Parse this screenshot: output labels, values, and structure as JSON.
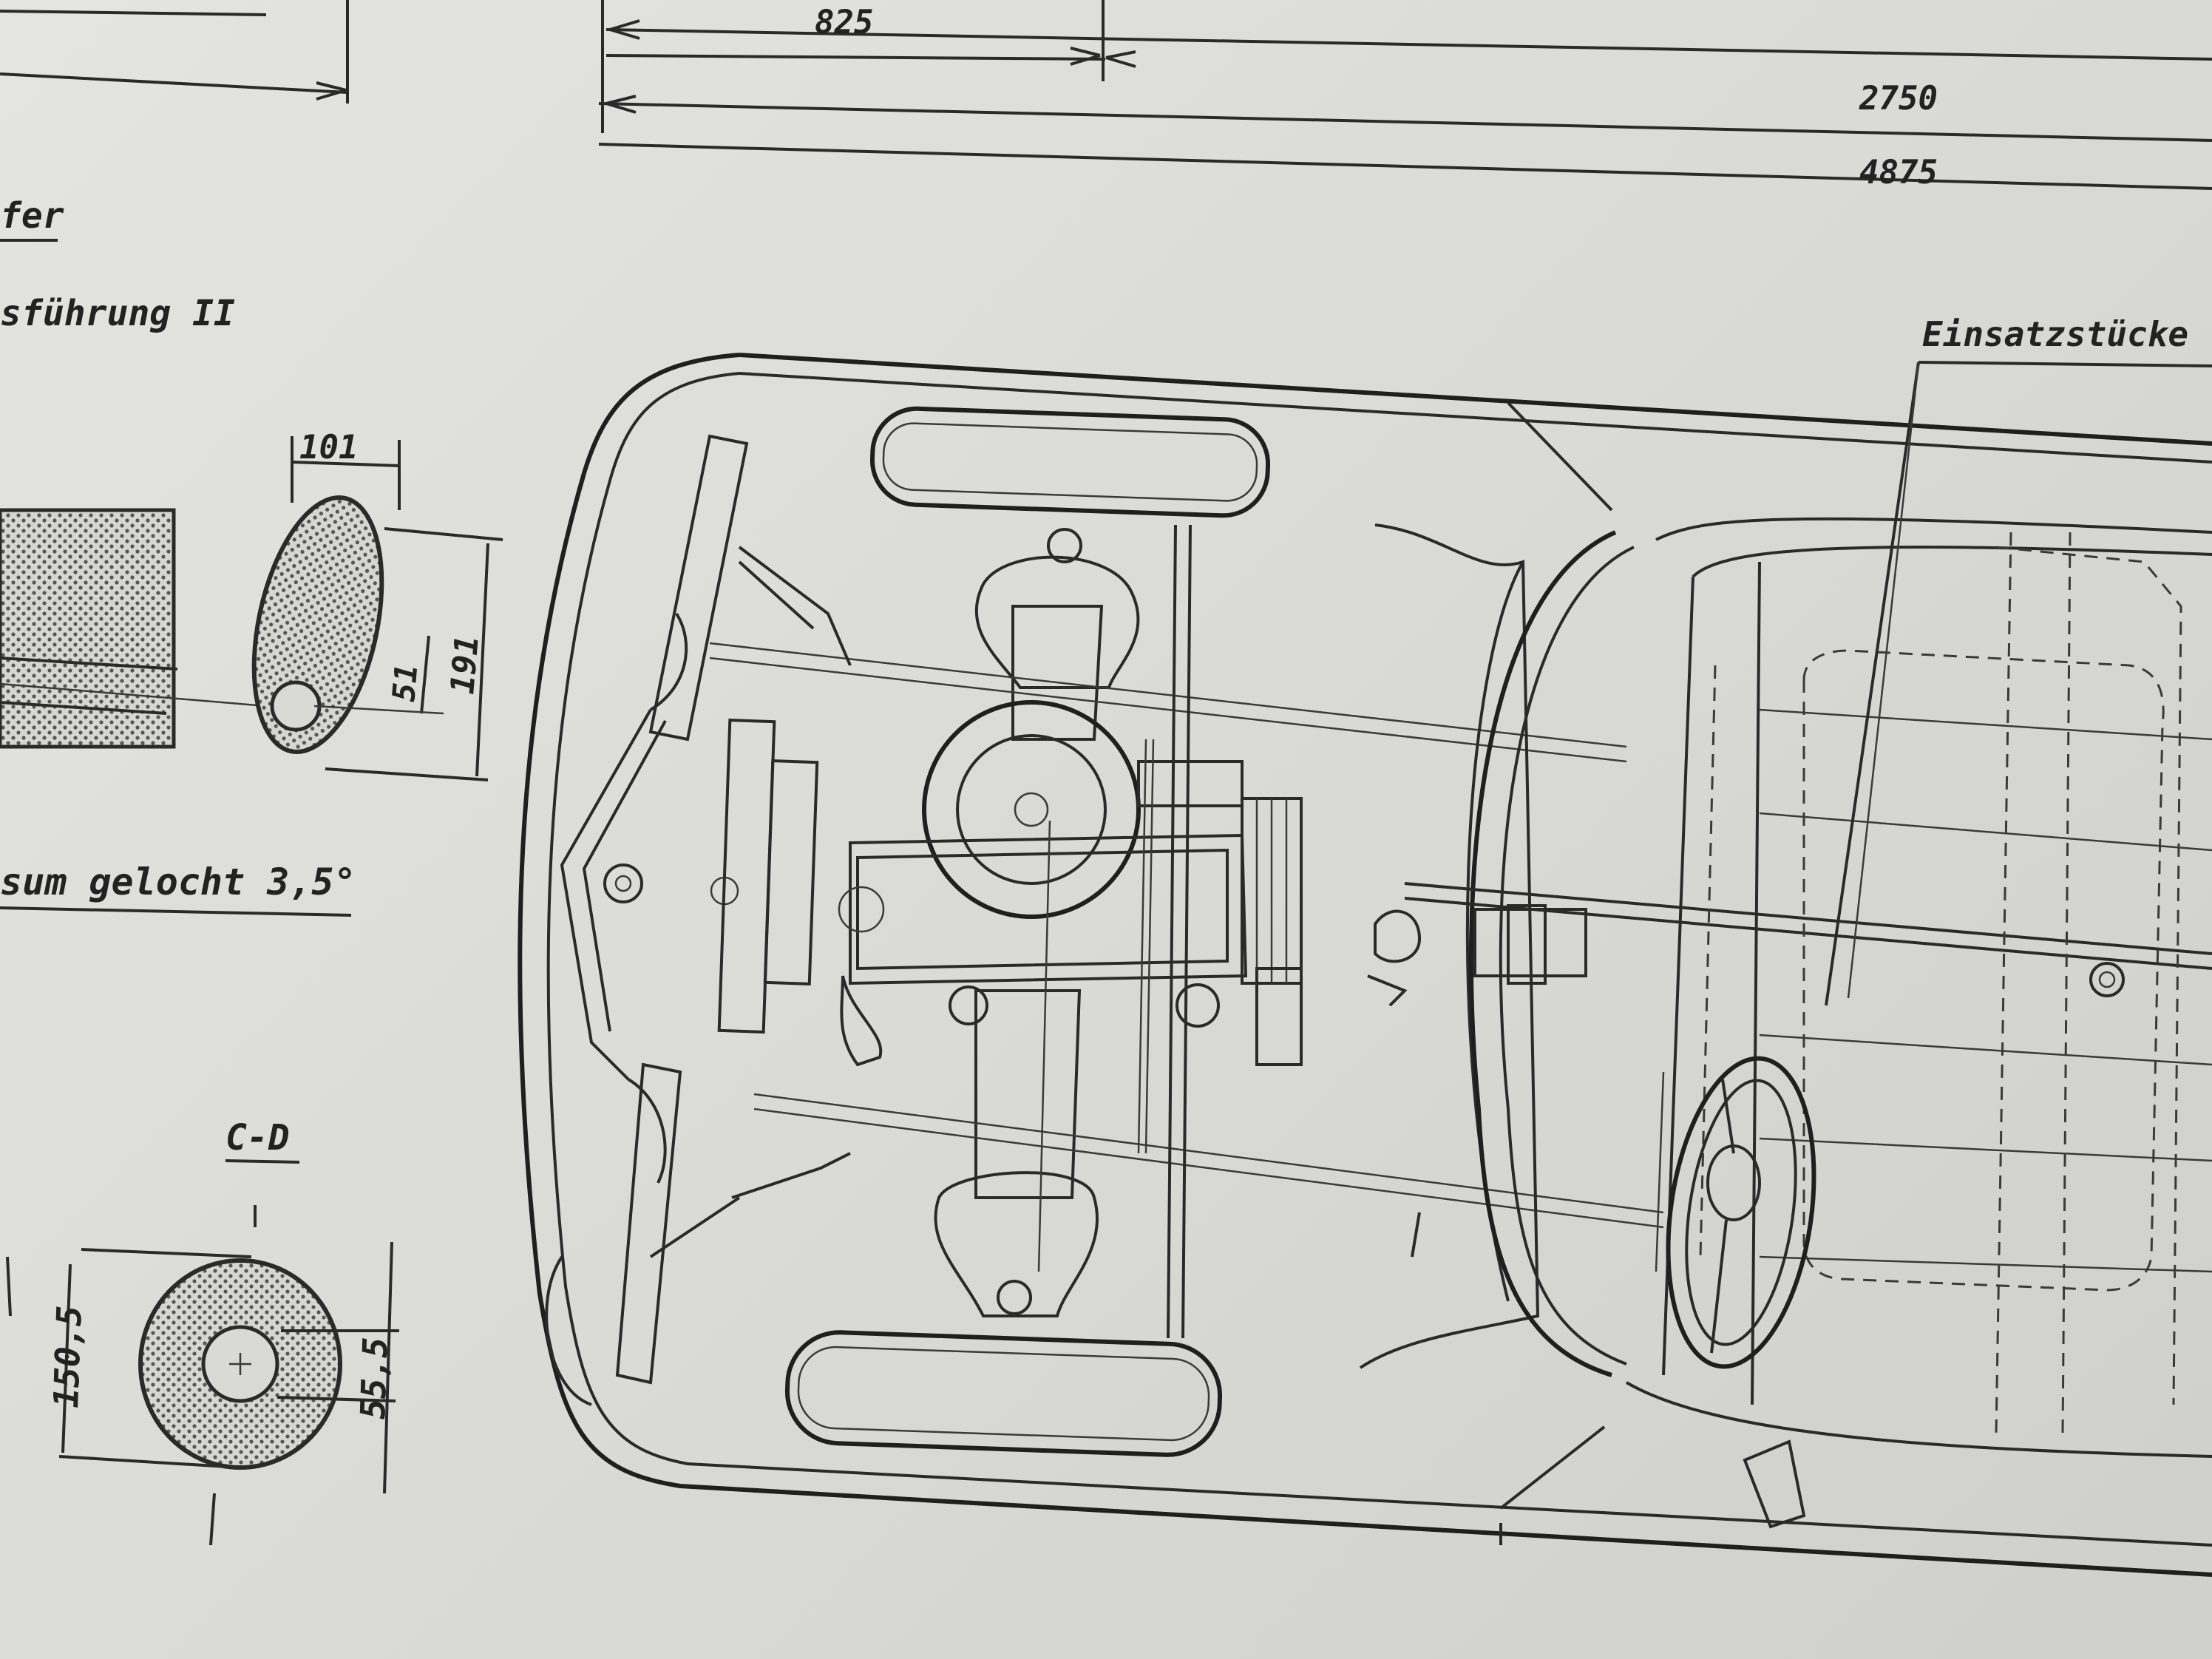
{
  "dimensions": {
    "d825": "825",
    "d2750": "2750",
    "d4875": "4875",
    "d101": "101",
    "d51": "51",
    "d191": "191",
    "d150_5": "150,5",
    "d55_5": "55,5"
  },
  "labels": {
    "fer": "fer",
    "ausfuehrung": "sführung II",
    "gelocht": "sum gelocht 3,5°",
    "section_cd": "C-D",
    "einsatz": "Einsatzstücke"
  },
  "colors": {
    "paper": "#dcdcd8",
    "ink": "#2a2a2a",
    "hatch": "#5a5a5a"
  }
}
